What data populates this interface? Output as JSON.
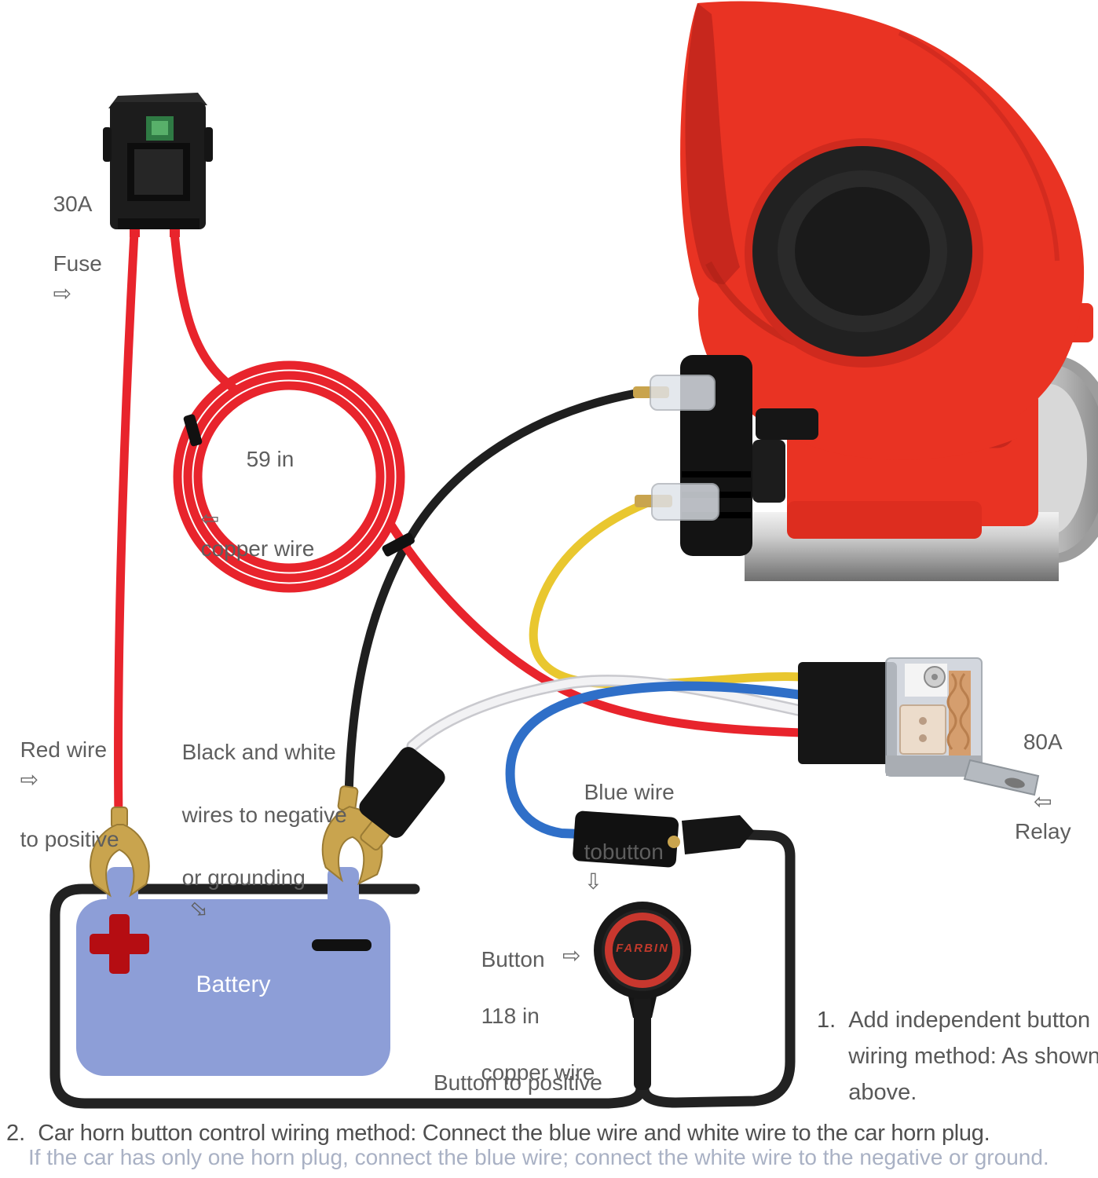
{
  "labels": {
    "fuse": {
      "line1": "30A",
      "line2": "Fuse",
      "arrow": "⇨"
    },
    "coil": {
      "line1": "59 in",
      "arrow": "⇦",
      "line2": "copper wire"
    },
    "red_wire": {
      "line1": "Red wire",
      "arrow": "⇨",
      "line2": "to positive"
    },
    "ground_wires": {
      "line1": "Black and white",
      "line2": "wires to negative",
      "line3": "or grounding",
      "arrow": "⇨"
    },
    "blue_wire": {
      "line1": "Blue wire",
      "line2": "tobutton",
      "arrow": "⇩"
    },
    "relay": {
      "line1": "80A",
      "arrow": "⇦",
      "line2": "Relay"
    },
    "button": {
      "line1": "Button",
      "line2": "118 in",
      "line3": "copper wire",
      "arrow": "⇨"
    },
    "battery": "Battery",
    "button_to_positive": "Button to positive",
    "brand": "FARBIN"
  },
  "notes": {
    "note1_num": "1.",
    "note1_text": "Add independent button wiring method: As shown above.",
    "note2_num": "2.",
    "note2_text": "Car horn button control wiring method: Connect the blue wire and white wire to the car horn plug.",
    "note3": "If the car has only one horn plug, connect the blue wire; connect the white wire to the negative or ground."
  },
  "colors": {
    "horn_red": "#e93323",
    "horn_red_dark": "#c7271d",
    "battery_blue": "#8d9ed7",
    "plus_red": "#b50d12",
    "wire_red": "#e8242c",
    "wire_yellow": "#e9c72f",
    "wire_blue": "#2f6fc8",
    "wire_white": "#f2f2f4",
    "wire_black": "#1f1f1f",
    "brass": "#c9a44e",
    "copper": "#d59e6e",
    "fuse_green": "#58b06a",
    "label_gray": "#5e5e5e",
    "note_light": "#a9b1c4"
  }
}
